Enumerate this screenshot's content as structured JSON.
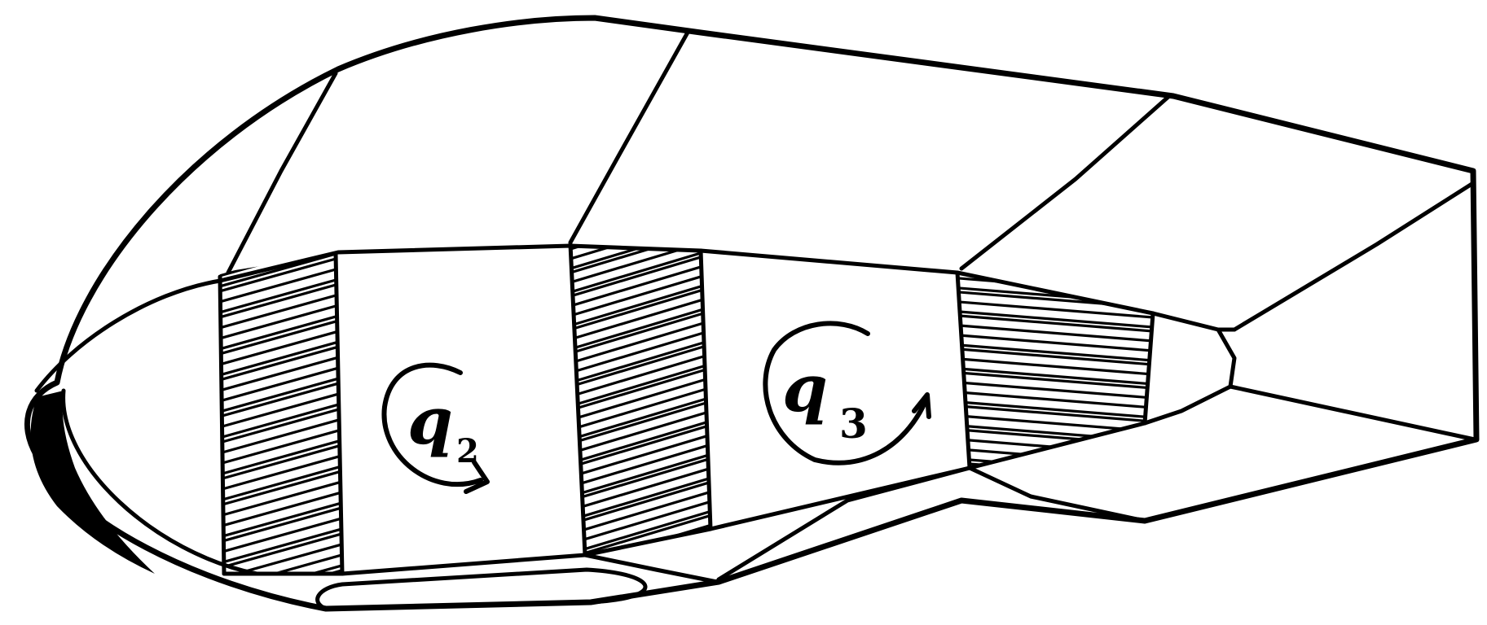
{
  "labels": {
    "q2": {
      "main": "q",
      "sub": "2"
    },
    "q3": {
      "main": "q",
      "sub": "3"
    }
  },
  "colors": {
    "ink": "#000000",
    "paper": "#ffffff"
  }
}
